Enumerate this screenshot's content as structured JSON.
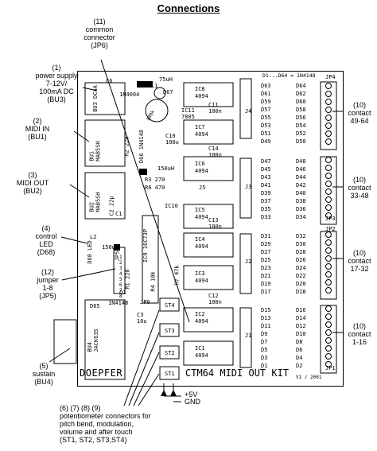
{
  "title": "Connections",
  "callouts": {
    "c11": [
      "(11)",
      "common",
      "connector",
      "(JP6)"
    ],
    "c1": [
      "(1)",
      "power supply",
      "7-12V/",
      "100mA  DC",
      "(BU3)"
    ],
    "c2": [
      "(2)",
      "MIDI IN",
      "(BU1)"
    ],
    "c3": [
      "(3)",
      "MIDI OUT",
      "(BU2)"
    ],
    "c4": [
      "(4)",
      "control",
      "LED",
      "(D68)"
    ],
    "c12": [
      "(12)",
      "jumper",
      "1-8",
      "(JP5)"
    ],
    "c5": [
      "(5)",
      "sustain",
      "(BU4)"
    ],
    "c10a": [
      "(10)",
      "contact",
      "49-64"
    ],
    "c10b": [
      "(10)",
      "contact",
      "33-48"
    ],
    "c10c": [
      "(10)",
      "contact",
      "17-32"
    ],
    "c10d": [
      "(10)",
      "contact",
      "1-16"
    ],
    "c6789": [
      "(6) (7) (8) (9)",
      "potentiometer connectors for",
      "pitch bend, modulation,",
      "volume and after touch",
      "(ST1, ST2, ST3,ST4)"
    ],
    "plus5v": "+5V",
    "gnd": "GND"
  },
  "board": {
    "brand": "DOEPFER",
    "name": "CTM64 MIDI OUT KIT",
    "version": "V1 / 2001",
    "diode_note": "D1...D64 = 1N4148",
    "ics": [
      {
        "ref": "IC8",
        "part": "4094"
      },
      {
        "ref": "IC7",
        "part": "4094"
      },
      {
        "ref": "IC6",
        "part": "4094"
      },
      {
        "ref": "IC5",
        "part": "4094"
      },
      {
        "ref": "IC4",
        "part": "4094"
      },
      {
        "ref": "IC3",
        "part": "4094"
      },
      {
        "ref": "IC2",
        "part": "4094"
      },
      {
        "ref": "IC1",
        "part": "4094"
      }
    ],
    "ic9": "IC9",
    "ic9_part": "16C73P",
    "ic10": "IC10",
    "ic11": "IC11",
    "ic11_part": "7805",
    "jumpers": [
      "JP4",
      "JP3",
      "JP2",
      "JP1",
      "JP5",
      "JP6"
    ],
    "connectors_j": [
      "J4",
      "J3",
      "J2",
      "J1",
      "J5"
    ],
    "sockets": {
      "bu1": "BU1",
      "bu1_part": "MAB5SH",
      "bu2": "BU2",
      "bu2_part": "MAB5SH",
      "bu3": "BU3",
      "bu3_part": "DC4A",
      "bu4": "BU4",
      "bu4_part": "JACK635"
    },
    "st": [
      "ST4",
      "ST3",
      "ST2",
      "ST1"
    ],
    "parts": {
      "l1": "75uH",
      "l1ref": "L1",
      "d67": "1N4004",
      "d67ref": "D67",
      "c14": "C14",
      "c14v": "100n",
      "c13": "C13",
      "c13v": "100n",
      "c12": "C12",
      "c12v": "100n",
      "c11": "C11",
      "c11v": "100n",
      "c10": "C10",
      "c10v": "100u",
      "c6": "C6",
      "r1": "R1",
      "r1v": "220",
      "r2": "R2",
      "r2v": "220",
      "r3": "R3",
      "r3v": "270",
      "r4": "R4",
      "r4v": "10k",
      "r6": "R6",
      "r6v": "470",
      "r7": "R7",
      "r7v": "47k",
      "l2": "L2",
      "l2v": "150uH",
      "d65": "D65",
      "d65v": "1N4148",
      "q1": "Q1",
      "d68": "D68",
      "d68v": "LED",
      "c3": "C3",
      "c3v": "10u",
      "c2": "C2",
      "c2v": "22p",
      "c1": "C1",
      "d66": "D66",
      "d66v": "1N4148",
      "c7": "150uH",
      "pot": "100k"
    },
    "diode_cols": {
      "g4a": [
        "D63",
        "D61",
        "D59",
        "D57",
        "D55",
        "D53",
        "D51",
        "D49"
      ],
      "g4b": [
        "D64",
        "D62",
        "D60",
        "D58",
        "D56",
        "D54",
        "D52",
        "D50"
      ],
      "g3a": [
        "D47",
        "D45",
        "D43",
        "D41",
        "D39",
        "D37",
        "D35",
        "D33"
      ],
      "g3b": [
        "D48",
        "D46",
        "D44",
        "D42",
        "D40",
        "D38",
        "D36",
        "D34"
      ],
      "g2a": [
        "D31",
        "D29",
        "D27",
        "D25",
        "D23",
        "D21",
        "D19",
        "D17"
      ],
      "g2b": [
        "D32",
        "D30",
        "D28",
        "D26",
        "D24",
        "D22",
        "D20",
        "D18"
      ],
      "g1a": [
        "D15",
        "D13",
        "D11",
        "D9",
        "D7",
        "D5",
        "D3",
        "D1"
      ],
      "g1b": [
        "D16",
        "D14",
        "D12",
        "D10",
        "D8",
        "D6",
        "D4",
        "D2"
      ]
    },
    "jp5_pins": [
      "1",
      "2",
      "3",
      "4",
      "5",
      "6",
      "7",
      "8"
    ]
  }
}
